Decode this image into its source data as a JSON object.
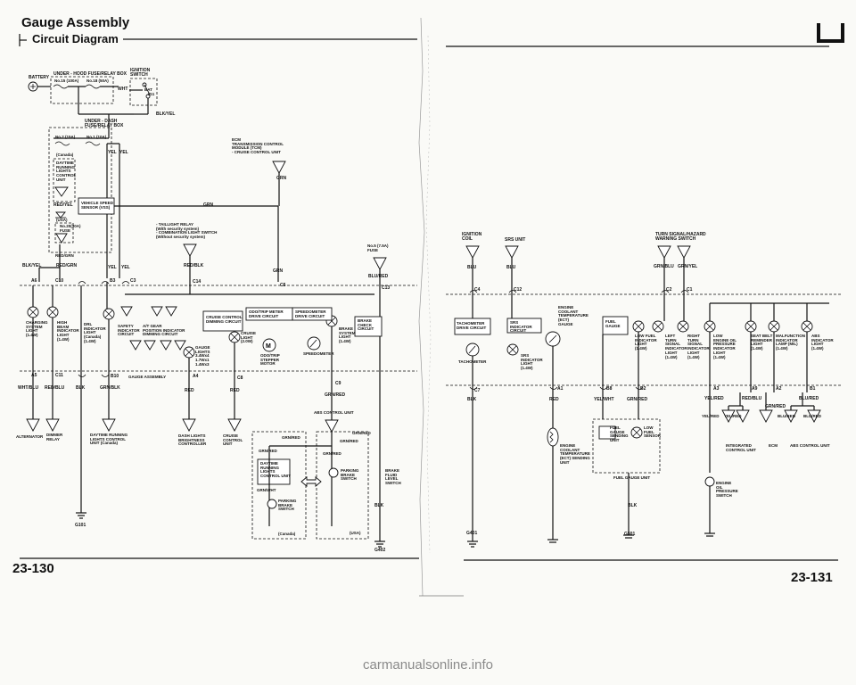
{
  "header": {
    "title": "Gauge Assembly",
    "subtitle": "Circuit Diagram",
    "page_left": "23-130",
    "page_right": "23-131"
  },
  "watermark": "carmanualsonline.info",
  "labels": {
    "battery": "BATTERY",
    "underhood_box": "UNDER - HOOD FUSE/RELAY BOX",
    "fuse_15": "No.15 (100A)",
    "fuse_18": "No.18 (50A)",
    "wht": "WHT",
    "ignition_switch": "IGNITION\nSWITCH",
    "bat": "BAT",
    "ig1": "IG1",
    "blk_yel_top": "BLK/YEL",
    "underdash_box": "UNDER - DASH\nFUSE/RELAY BOX",
    "fuse_2": "No.2 (15A)",
    "fuse_1": "No.1 (10A)",
    "canada": "(Canada)",
    "drl_unit": "DAYTIME\nRUNNING\nLIGHTS\nCONTROL\nUNIT",
    "yel_1": "YEL",
    "yel_2": "YEL",
    "red_yel": "RED/YEL",
    "vss": "VEHICLE SPEED\nSENSOR (VSS)",
    "grn": "GRN",
    "usa_small": "(USA)",
    "fuse_20": "No.20(30A)\nFUSE",
    "red_grn": "RED/GRN",
    "ecm_tcm": "ECM\nTRANSMISSION CONTROL\nMODULE (TCM)\n- CRUISE CONTROL UNIT",
    "grn_ecm": "GRN",
    "taillight_relay": "- TAILLIGHT RELAY\n(With security system)\n- COMBINATION LIGHT SWITCH\n(Without security system)",
    "red_blk": "RED/BLK",
    "grn_mid": "GRN",
    "fuse_5": "No.5 (7.5A)\nFUSE",
    "blu_red": "BLU/RED",
    "blk_yel_left": "BLK/YEL",
    "red_grn_left": "RED/GRN",
    "pin_a6": "A6",
    "pin_c10": "C10",
    "pin_b3": "B3",
    "pin_c3": "C3",
    "pin_c14": "C14",
    "pin_c5": "C5",
    "pin_c13": "C13",
    "yel_3": "YEL",
    "yel_4": "YEL",
    "charging_light": "CHARGING\nSYSTEM\nLIGHT\n(1.4W)",
    "high_beam": "HIGH\nBEAM\nINDICATOR\nLIGHT\n(1.4W)",
    "drl_indicator": "DRL\nINDICATOR\nLIGHT\n(Canada)\n(1.4W)",
    "safety_indicator": "SAFETY\nINDICATOR\nCIRCUIT",
    "at_gear": "A/T GEAR\nPOSITION INDICATOR\nDIMMING CIRCUIT",
    "cruise_dimming": "CRUISE CONTROL\nDIMMING CIRCUIT",
    "odo_meter": "ODO/TRIP METER\nDRIVE CIRCUIT",
    "speedometer_drive": "SPEEDOMETER\nDRIVE CIRCUIT",
    "brake_system_light": "BRAKE\nSYSTEM\nLIGHT\n(1.4W)",
    "brake_check": "BRAKE\nCHECK\nCIRCUIT",
    "gauge_lights": "GAUGE\nLIGHTS\n3.4Wx4\n1.7Wx1\n1.4Wx3",
    "cruise_light": "CRUISE\nLIGHT\n(2.0W)",
    "odo_stepper": "ODO/TRIP\nSTEPPER\nMOTOR",
    "speedometer": "SPEEDOMETER",
    "pin_a5": "A5",
    "pin_c11": "C11",
    "pin_b10": "B10",
    "pin_a4": "A4",
    "pin_c8": "C8",
    "pin_c9": "C9",
    "gauge_assembly": "GAUGE ASSEMBLY",
    "wht_blu": "WHT/BLU",
    "red_blu": "RED/BLU",
    "blk_1": "BLK",
    "grn_blk": "GRN/BLK",
    "red_1": "RED",
    "red_2": "RED",
    "grn_red_1": "GRN/RED",
    "alternator": "ALTERNATOR",
    "dimmer_relay": "DIMMER\nRELAY",
    "drl_control_canada": "DAYTIME RUNNING\nLIGHTS CONTROL\nUNIT (Canada)",
    "dash_brightness": "DASH LIGHTS\nBRIGHTNESS\nCONTROLLER",
    "cruise_unit": "CRUISE\nCONTROL\nUNIT",
    "abs_unit": "ABS CONTROL UNIT",
    "grn_red_2": "GRN/RED",
    "grn_red_3": "GRN/RED",
    "grn_red_4": "GRN/RED",
    "grn_red_5": "GRN/RED",
    "grn_red_6": "GRN/RED",
    "drl_unit_box": "DAYTIME\nRUNNING\nLIGHTS\nCONTROL UNIT",
    "grn_wht": "GRN/WHT",
    "parking_brake_1": "PARKING\nBRAKE\nSWITCH",
    "parking_brake_2": "PARKING\nBRAKE\nSWITCH",
    "brake_fluid": "BRAKE\nFLUID\nLEVEL\nSWITCH",
    "canada_2": "(Canada)",
    "usa_2": "(USA)",
    "blk_2": "BLK",
    "g101": "G101",
    "g402": "G402",
    "ign_coil": "IGNITION\nCOIL",
    "srs_unit": "SRS UNIT",
    "blu_1": "BLU",
    "blu_2": "BLU",
    "turn_switch": "TURN SIGNAL/HAZARD\nWARNING SWITCH",
    "grn_blu": "GRN/BLU",
    "grn_yel": "GRN/YEL",
    "pin_c4": "C4",
    "pin_c12": "C12",
    "pin_c2": "C2",
    "pin_c1": "C1",
    "tach_drive": "TACHOMETER\nDRIVE CIRCUIT",
    "srs_circuit": "SRS\nINDICATOR\nCIRCUIT",
    "ect_gauge": "ENGINE\nCOOLANT\nTEMPERATURE\n(ECT)\nGAUGE",
    "fuel_gauge": "FUEL\nGAUGE",
    "low_fuel": "LOW FUEL\nINDICATOR\nLIGHT\n(1.4W)",
    "left_turn": "LEFT\nTURN\nSIGNAL\nINDICATOR\nLIGHT\n(1.4W)",
    "right_turn": "RIGHT\nTURN\nSIGNAL\nINDICATOR\nLIGHT\n(1.4W)",
    "low_oil": "LOW\nENGINE OIL\nPRESSURE\nINDICATOR\nLIGHT\n(1.4W)",
    "seat_belt": "SEAT BELT\nREMINDER\nLIGHT\n(1.4W)",
    "malfunction": "MALFUNCTION\nINDICATOR\nLAMP (MIL)\n(1.4W)",
    "abs_indicator": "ABS\nINDICATOR\nLIGHT\n(1.4W)",
    "tachometer": "TACHOMETER",
    "srs_light": "SRS\nINDICATOR\nLIGHT\n(1.4W)",
    "pin_c7": "C7",
    "pin_a1": "A1",
    "pin_b8": "B8",
    "pin_b2": "B2",
    "pin_a3": "A3",
    "pin_a9": "A9",
    "pin_a2": "A2",
    "pin_b1": "B1",
    "blk_3": "BLK",
    "red_3": "RED",
    "yel_wht": "YEL/WHT",
    "grn_red_7": "GRN/RED",
    "yel_red_1": "YEL/RED",
    "red_blu_2": "RED/BLU",
    "grn_red_8": "GRN/RED",
    "blu_red_2": "BLU/RED",
    "yel_red_2": "YEL/RED",
    "yel_red_3": "YEL/RED",
    "blu_red_3": "BLU/RED",
    "blu_red_4": "BLU/RED",
    "ect_sending": "ENGINE\nCOOLANT\nTEMPERATURE\n(ECT) SENDING\nUNIT",
    "fuel_sending": "FUEL\nGAUGE\nSENDING\nUNIT",
    "low_fuel_sensor": "LOW\nFUEL\nSENSOR",
    "fuel_gauge_unit": "FUEL GAUGE UNIT",
    "integrated_control": "INTEGRATED\nCONTROL UNIT",
    "ecm_2": "ECM",
    "abs_unit_2": "ABS CONTROL UNIT",
    "oil_switch": "ENGINE\nOIL\nPRESSURE\nSWITCH",
    "blk_4": "BLK",
    "g401": "G401",
    "g501": "G501"
  }
}
